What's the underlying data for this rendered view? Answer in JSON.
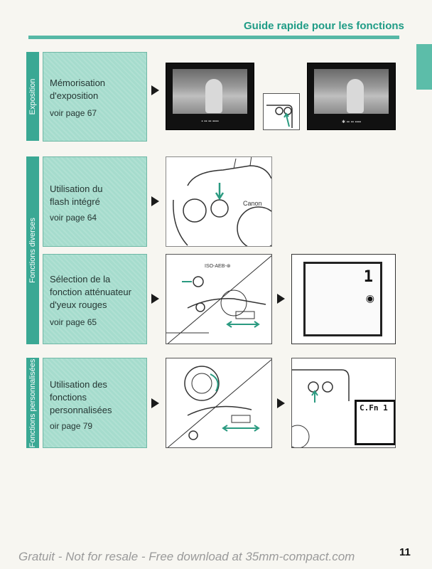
{
  "header": {
    "title": "Guide rapide pour les fonctions"
  },
  "sections": [
    {
      "label": "Exposition"
    },
    {
      "label": "Fonctions diverses"
    },
    {
      "label": "Fonctions personnalisées"
    }
  ],
  "cards": [
    {
      "title": "Mémorisation d'exposition",
      "page": "voir page 67"
    },
    {
      "title": "Utilisation du flash intégré",
      "page": "voir page 64"
    },
    {
      "title": "Sélection de la fonction atténuateur d'yeux rouges",
      "page": "voir page 65"
    },
    {
      "title": "Utilisation des fonctions personnalisées",
      "page": "oir page 79"
    }
  ],
  "illustrations": {
    "iso_label": "ISO-AEB-⊛",
    "lcd_digit": "1",
    "custom_display": "C.Fn  1"
  },
  "page_number": "11",
  "footer": "Gratuit - Not for resale - Free download at 35mm-compact.com"
}
